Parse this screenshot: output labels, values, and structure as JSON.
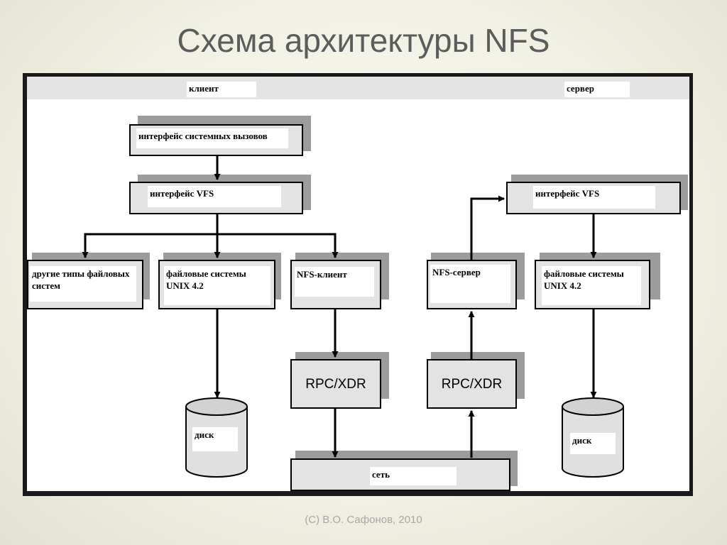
{
  "slide": {
    "title": "Схема архитектуры NFS",
    "footer": "(C) В.О. Сафонов, 2010"
  },
  "diagram": {
    "client_header": "клиент",
    "server_header": "сервер",
    "client": {
      "syscall_interface": "интерфейс системных вызовов",
      "vfs_interface": "интерфейс VFS",
      "other_fs": "другие типы файловых систем",
      "unix_fs": "файловые системы UNIX 4.2",
      "nfs_client": "NFS-клиент",
      "rpc": "RPC/XDR",
      "disk": "диск"
    },
    "server": {
      "vfs_interface": "интерфейс VFS",
      "nfs_server": "NFS-сервер",
      "unix_fs": "файловые системы UNIX 4.2",
      "rpc": "RPC/XDR",
      "disk": "диск"
    },
    "network": "сеть"
  }
}
